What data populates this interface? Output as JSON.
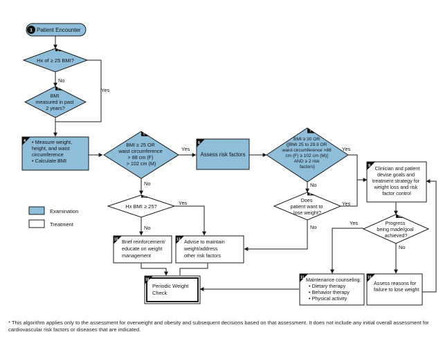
{
  "nodes": {
    "n1": {
      "num": "1",
      "lines": [
        "Patient Encounter"
      ]
    },
    "n2": {
      "num": "2",
      "lines": [
        "Hx of  ≥ 25 BMI?"
      ]
    },
    "n3": {
      "num": "3",
      "lines": [
        "BMI",
        "measured in past",
        "2 years?"
      ]
    },
    "n4": {
      "num": "4",
      "lines": [
        "• Measure weight,",
        "   height, and waist",
        "   circumference",
        "• Calculate BMI"
      ]
    },
    "n5": {
      "num": "5",
      "lines": [
        "BMI ≥ 25 OR",
        "waist circumference",
        "> 88 cm (F)",
        "> 102 cm (M)"
      ]
    },
    "n6": {
      "num": "6",
      "lines": [
        "Assess risk factors"
      ]
    },
    "n7": {
      "num": "7",
      "lines": [
        "BMI ≥ 30 OR",
        "{[BMI 25 to 29.9 OR",
        "waist circumference >88",
        "cm (F) ≥ 102 cm (M)]",
        "AND ≥ 2 risk",
        "factors}"
      ]
    },
    "n8": {
      "num": "8",
      "lines": [
        "Does",
        "patient want to",
        "lose weight?"
      ]
    },
    "n9": {
      "num": "9",
      "lines": [
        "Clinician and patient",
        "devise goals and",
        "treatment strategy for",
        "weight loss and risk",
        "factor control"
      ]
    },
    "n10": {
      "num": "10",
      "lines": [
        "Assess reasons for",
        "failure to lose weight"
      ]
    },
    "n11": {
      "num": "11",
      "lines": [
        "Maintenance counseling:",
        "• Dietary therapy",
        "• Behavior therapy",
        "• Physical activity"
      ]
    },
    "n12": {
      "num": "12",
      "lines": [
        "Progress",
        "being made/goal",
        "achieved?"
      ]
    },
    "n13": {
      "num": "13",
      "lines": [
        "Advise to maintain",
        "weight/address",
        "other risk factors"
      ]
    },
    "n14": {
      "num": "14",
      "lines": [
        "Hx BMI ≥ 25?"
      ]
    },
    "n15": {
      "num": "15",
      "lines": [
        "Brief reinforcement/",
        "educate on weight",
        "management"
      ]
    },
    "n16": {
      "num": "16",
      "lines": [
        "Periodic Weight",
        "Check"
      ]
    }
  },
  "edge_labels": {
    "yes": "Yes",
    "no": "No"
  },
  "legend": {
    "examination": "Examination",
    "treatment": "Treatment"
  },
  "colors": {
    "examination_fill": "#8fbedb",
    "treatment_fill": "#ffffff",
    "stroke": "#1a1a1a",
    "badge": "#111111"
  },
  "footnote": "* This algorithm applies only to the assessment for overweight and obesity and subsequent decisions based on that assessment.  It does not include any initial overall assessment for cardiovascular risk factors or diseases that are indicated."
}
